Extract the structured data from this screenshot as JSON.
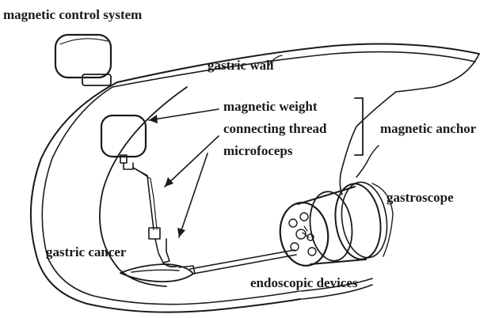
{
  "labels": {
    "magnetic_control_system": "magnetic control system",
    "gastric_wall": "gastric wall",
    "magnetic_weight": "magnetic weight",
    "connecting_thread": "connecting thread",
    "microfoceps": "microfoceps",
    "magnetic_anchor": "magnetic anchor",
    "gastroscope": "gastroscope",
    "gastric_cancer": "gastric cancer",
    "endoscopic_devices": "endoscopic devices"
  }
}
